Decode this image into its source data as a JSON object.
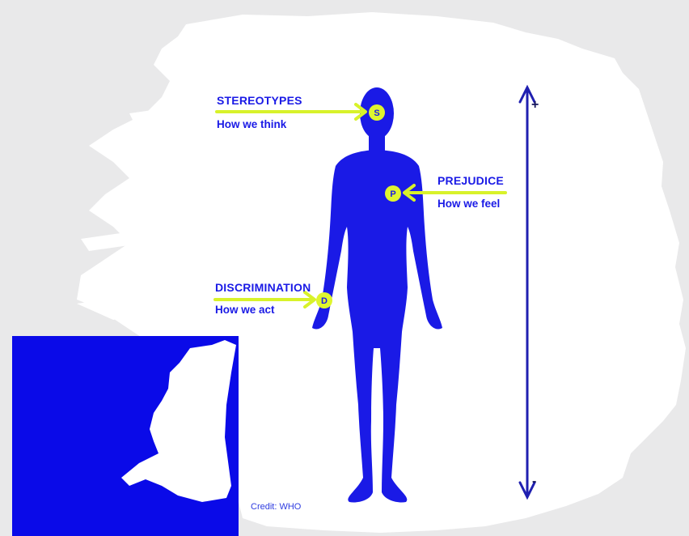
{
  "colors": {
    "background": "#e9e9ea",
    "brush": "#ffffff",
    "figure": "#1a1ae6",
    "arrow": "#d8f22a",
    "marker": "#dff52e",
    "text": "#1a1ae6",
    "scale": "#1f1fb0"
  },
  "labels": {
    "stereotypes": {
      "heading": "STEREOTYPES",
      "sub": "How we think",
      "marker": "S"
    },
    "prejudice": {
      "heading": "PREJUDICE",
      "sub": "How we feel",
      "marker": "P"
    },
    "discrimination": {
      "heading": "DISCRIMINATION",
      "sub": "How we act",
      "marker": "D"
    }
  },
  "scale": {
    "top": "+",
    "bottom": "-"
  },
  "credit": "Credit: WHO"
}
